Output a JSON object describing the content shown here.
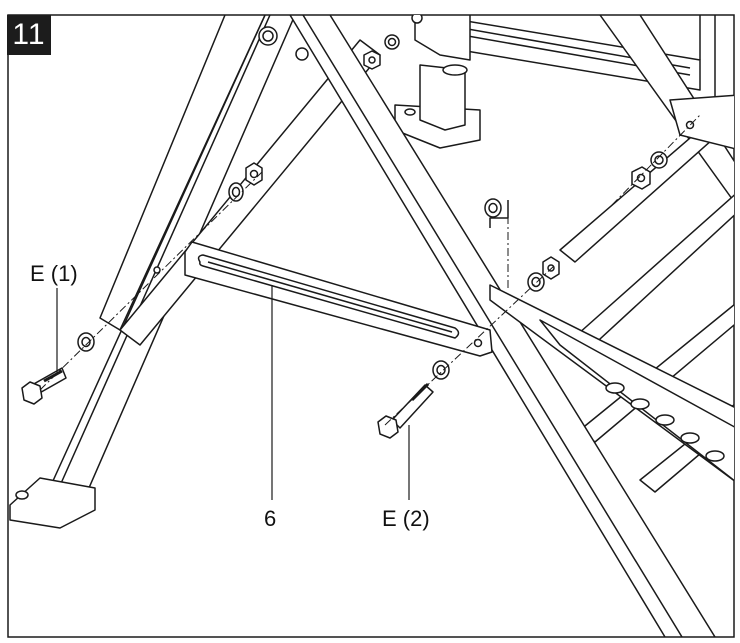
{
  "step": {
    "number": "11"
  },
  "labels": {
    "bolt_1": "E (1)",
    "bolt_2": "E (2)",
    "brace": "6"
  },
  "colors": {
    "line": "#1a1a1a",
    "fill": "#ffffff",
    "badge": "#1c1c1c"
  }
}
